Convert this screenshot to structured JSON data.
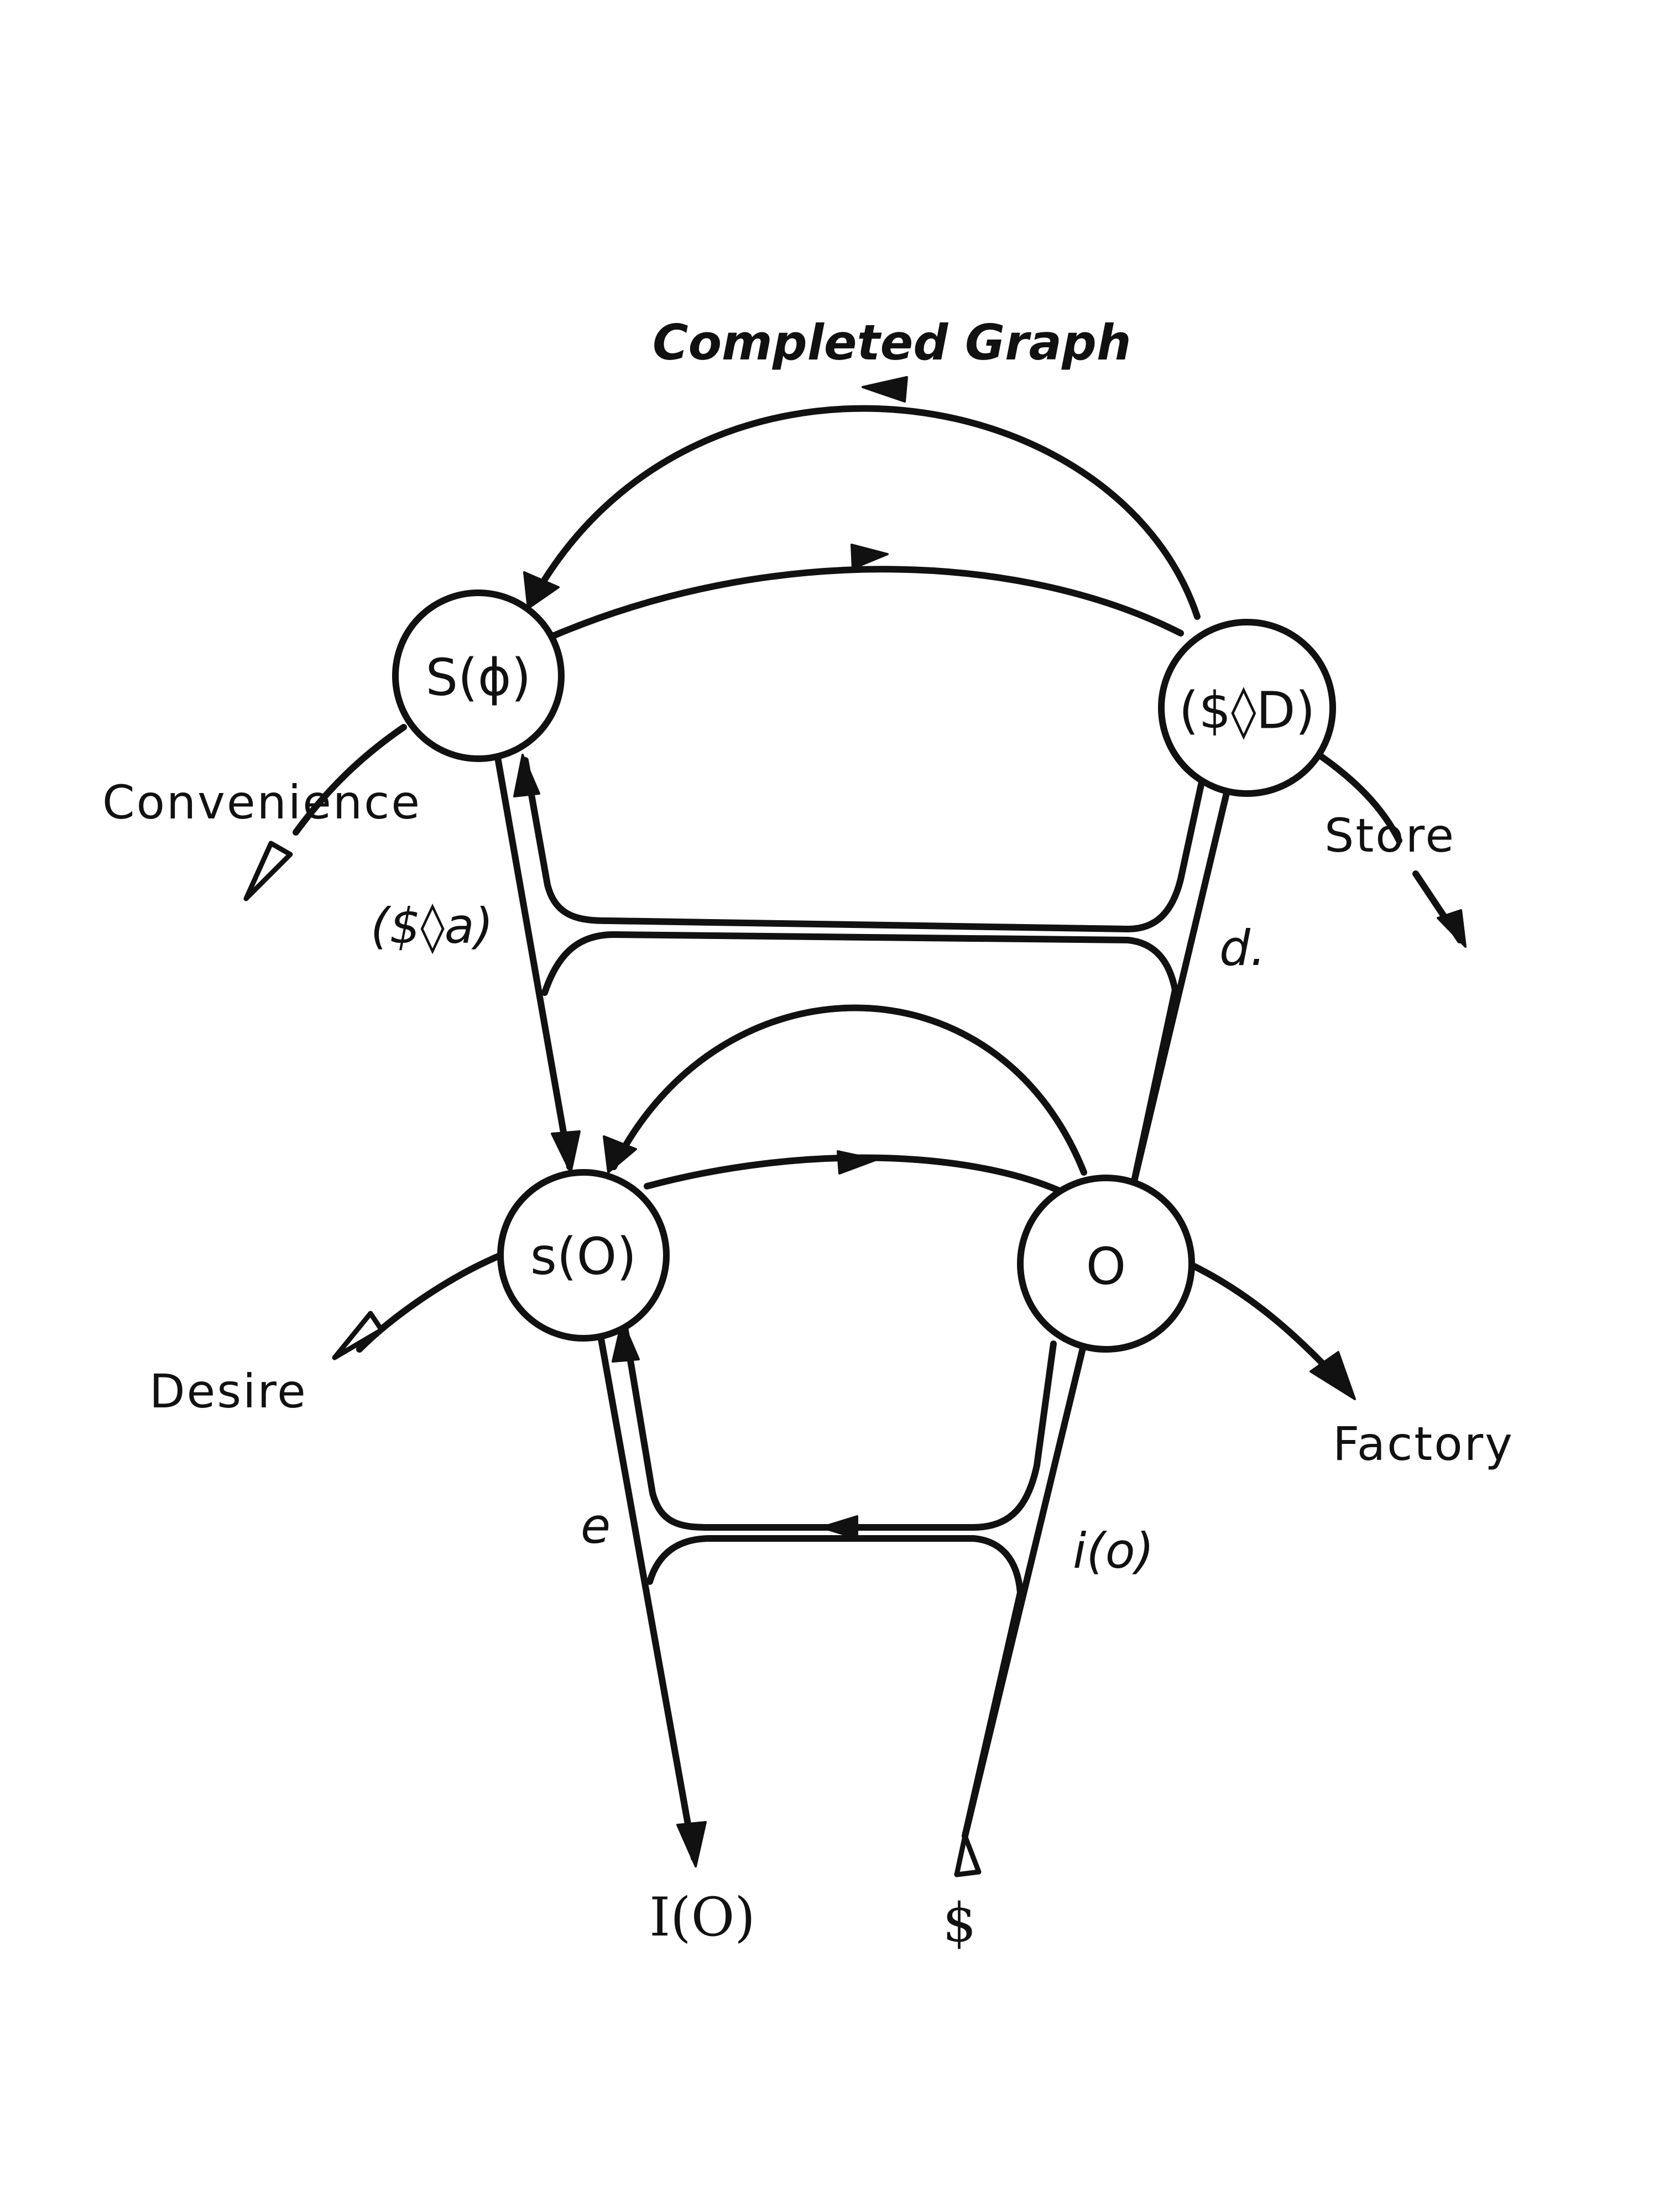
{
  "title": "Completed Graph",
  "nodes": {
    "s_phi": "S(ϕ)",
    "barred_s_diamond_d": "($◊D)",
    "s_o": "s(O)",
    "o": "O"
  },
  "labels": {
    "convenience": "Convenience",
    "store": "Store",
    "desire": "Desire",
    "factory": "Factory",
    "barred_s_diamond_a": "($◊a)",
    "d": "d.",
    "e": "e",
    "i_o": "i(o)",
    "big_i_o": "I(O)",
    "dollar": "$"
  },
  "colors": {
    "ink": "#111111",
    "paper": "#ffffff"
  }
}
